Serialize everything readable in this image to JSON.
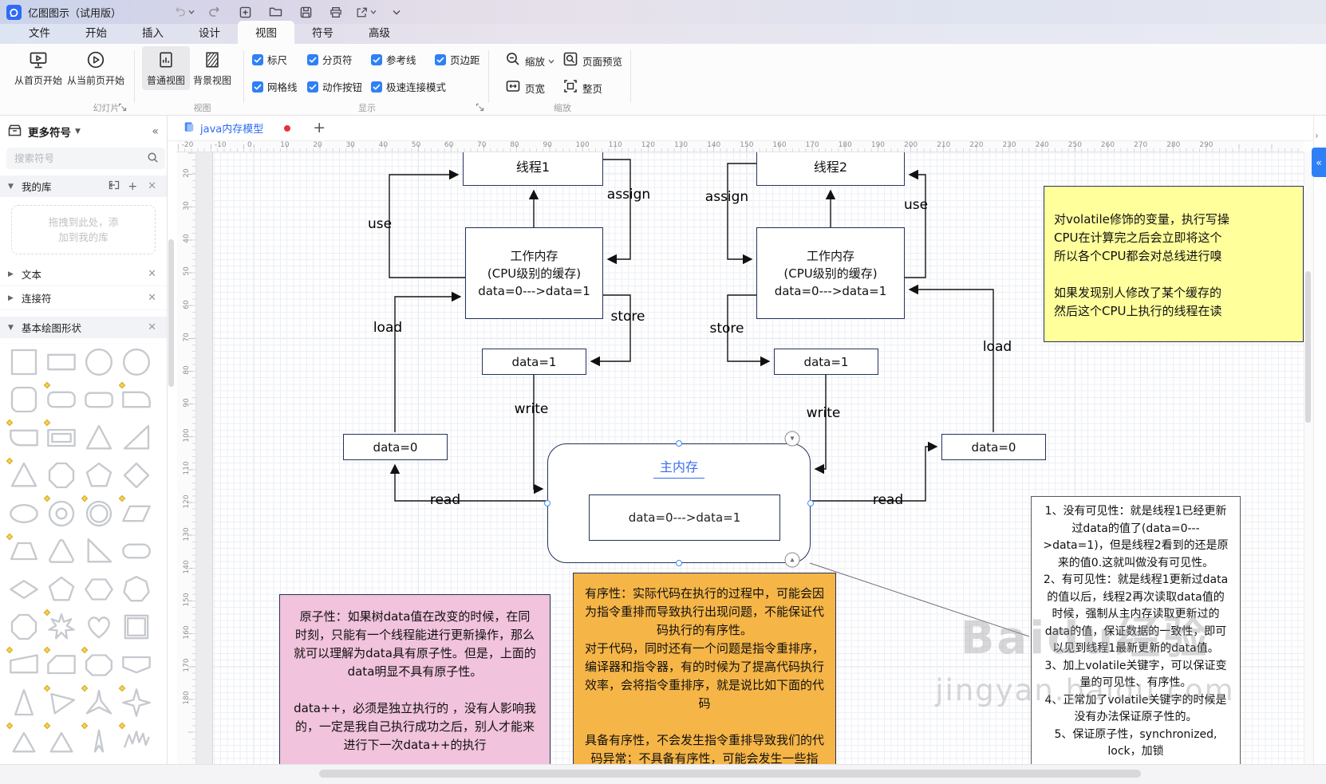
{
  "app": {
    "title": "亿图图示（试用版）"
  },
  "titlebar": {
    "icons": [
      "undo-icon",
      "redo-icon",
      "new-document-icon",
      "open-folder-icon",
      "save-icon",
      "print-icon",
      "share-icon",
      "toolbar-more-icon"
    ]
  },
  "menu": {
    "tabs": [
      "文件",
      "开始",
      "插入",
      "设计",
      "视图",
      "符号",
      "高级"
    ],
    "active_index": 4
  },
  "ribbon": {
    "slides_group": {
      "label": "幻灯片",
      "buttons": [
        "从首页开始",
        "从当前页开始"
      ]
    },
    "view_group": {
      "label": "视图",
      "buttons": [
        "普通视图",
        "背景视图"
      ],
      "active_button": "普通视图"
    },
    "display_group": {
      "label": "显示",
      "checkboxes_row1": [
        "标尺",
        "分页符",
        "参考线",
        "页边距"
      ],
      "checkboxes_row2": [
        "网格线",
        "动作按钮",
        "极速连接模式"
      ],
      "all_checked": true
    },
    "zoom_group": {
      "label": "缩放",
      "buttons": [
        "缩放",
        "页面预览",
        "页宽",
        "整页"
      ]
    }
  },
  "sidebar": {
    "header": "更多符号",
    "search_placeholder": "搜索符号",
    "sections": [
      {
        "title": "我的库",
        "expanded": true,
        "drop_hint": "拖拽到此处，添\n加到我的库"
      },
      {
        "title": "文本",
        "expanded": false
      },
      {
        "title": "连接符",
        "expanded": false
      },
      {
        "title": "基本绘图形状",
        "expanded": true
      }
    ],
    "shapes": [
      {
        "name": "square"
      },
      {
        "name": "rectangle"
      },
      {
        "name": "circle"
      },
      {
        "name": "circle-2"
      },
      {
        "name": "rounded-square"
      },
      {
        "name": "rounded-rectangle",
        "marker": true
      },
      {
        "name": "rounded-rectangle-2"
      },
      {
        "name": "single-round-corner-rect",
        "marker": true
      },
      {
        "name": "round-corner-shape",
        "marker": true
      },
      {
        "name": "framed-rectangle",
        "marker": true
      },
      {
        "name": "triangle"
      },
      {
        "name": "right-triangle"
      },
      {
        "name": "triangle-2",
        "marker": true
      },
      {
        "name": "octagon"
      },
      {
        "name": "pentagon"
      },
      {
        "name": "diamond"
      },
      {
        "name": "ellipse"
      },
      {
        "name": "donut",
        "marker": true
      },
      {
        "name": "concentric-circle",
        "marker": true
      },
      {
        "name": "parallelogram",
        "marker": true
      },
      {
        "name": "trapezoid",
        "marker": true
      },
      {
        "name": "rounded-triangle"
      },
      {
        "name": "right-triangle-2"
      },
      {
        "name": "stadium"
      },
      {
        "name": "wide-diamond"
      },
      {
        "name": "pentagon-2"
      },
      {
        "name": "hexagon"
      },
      {
        "name": "heptagon"
      },
      {
        "name": "octagon-2"
      },
      {
        "name": "star-7",
        "marker": true
      },
      {
        "name": "heart"
      },
      {
        "name": "framed-square"
      },
      {
        "name": "irregular-quad",
        "marker": true
      },
      {
        "name": "snip-corner-rectangle",
        "marker": true
      },
      {
        "name": "snip-octagon",
        "marker": true
      },
      {
        "name": "banner"
      },
      {
        "name": "tall-triangle"
      },
      {
        "name": "rotated-triangle",
        "marker": true
      },
      {
        "name": "star-3",
        "marker": true
      },
      {
        "name": "star-4",
        "marker": true
      },
      {
        "name": "triangle-3",
        "marker": true
      },
      {
        "name": "triangle-4",
        "marker": true
      },
      {
        "name": "star-point",
        "marker": true
      },
      {
        "name": "scribble-star",
        "marker": true
      }
    ]
  },
  "canvas": {
    "tab": {
      "title": "java内存模型",
      "modified": true
    },
    "h_ruler": {
      "start": -20,
      "end": 290,
      "step": 10
    },
    "v_ruler": {
      "start": 10,
      "end": 180,
      "step": 10
    },
    "diagram": {
      "nodes": [
        {
          "id": "thread1",
          "lines": [
            "线程1"
          ]
        },
        {
          "id": "thread2",
          "lines": [
            "线程2"
          ]
        },
        {
          "id": "work-memory-1",
          "lines": [
            "工作内存",
            "(CPU级别的缓存)",
            "data=0--->data=1"
          ]
        },
        {
          "id": "work-memory-2",
          "lines": [
            "工作内存",
            "(CPU级别的缓存)",
            "data=0--->data=1"
          ]
        },
        {
          "id": "data1-left",
          "lines": [
            "data=1"
          ]
        },
        {
          "id": "data1-right",
          "lines": [
            "data=1"
          ]
        },
        {
          "id": "data0-left",
          "lines": [
            "data=0"
          ]
        },
        {
          "id": "data0-right",
          "lines": [
            "data=0"
          ]
        }
      ],
      "main_memory": {
        "title": "主内存",
        "value": "data=0--->data=1"
      },
      "edges": [
        {
          "id": "wm1-to-thread1",
          "label": ""
        },
        {
          "id": "use-left",
          "label": "use"
        },
        {
          "id": "assign-left",
          "label": "assign"
        },
        {
          "id": "load-left",
          "label": "load"
        },
        {
          "id": "store-left",
          "label": "store"
        },
        {
          "id": "write-left",
          "label": "write"
        },
        {
          "id": "read-left",
          "label": "read"
        },
        {
          "id": "wm2-to-thread2",
          "label": ""
        },
        {
          "id": "assign-right",
          "label": "assign"
        },
        {
          "id": "use-right",
          "label": "use"
        },
        {
          "id": "store-right",
          "label": "store"
        },
        {
          "id": "write-right",
          "label": "write"
        },
        {
          "id": "read-right",
          "label": "read"
        },
        {
          "id": "load-right",
          "label": "load"
        },
        {
          "id": "note-connector",
          "label": ""
        }
      ],
      "notes": [
        {
          "id": "note-volatile",
          "color": "#FFFF9C",
          "align": "left",
          "lines": [
            "对volatile修饰的变量，执行写操",
            "CPU在计算完之后会立即将这个",
            "所以各个CPU都会对总线进行嗅",
            "",
            "如果发现别人修改了某个缓存的",
            "然后这个CPU上执行的线程在读"
          ]
        },
        {
          "id": "note-atomicity",
          "color": "#F1C3DC",
          "align": "center",
          "lines": [
            "原子性：如果树data值在改变的时候，在同",
            "时刻，只能有一个线程能进行更新操作，那么",
            "就可以理解为data具有原子性。但是，上面的",
            "data明显不具有原子性。",
            "",
            "data++，必须是独立执行的 ，没有人影响我",
            "的，一定是我自己执行成功之后，别人才能来",
            "进行下一次data++的执行"
          ]
        },
        {
          "id": "note-ordering",
          "color": "#F5B547",
          "align": "center",
          "lines": [
            "有序性：实际代码在执行的过程中，可能会因",
            "为指令重排而导致执行出现问题，不能保证代",
            "码执行的有序性。",
            "对于代码，同时还有一个问题是指令重排序，",
            "编译器和指令器，有的时候为了提高代码执行",
            "效率，会将指令重排序，就是说比如下面的代",
            "码",
            "",
            "具备有序性，不会发生指令重排导致我们的代",
            "码异常；不具备有序性，可能会发生一些指"
          ]
        },
        {
          "id": "note-visibility",
          "color": "#FFFFFF",
          "align": "center",
          "lines": [
            "1、没有可见性：就是线程1已经更新",
            "过data的值了(data=0---",
            ">data=1)，但是线程2看到的还是原",
            "来的值0.这就叫做没有可见性。",
            "2、有可见性：就是线程1更新过data",
            "的值以后，线程2再次读取data值的",
            "时候，强制从主内存读取更新过的",
            "data的值，保证数据的一致性，即可",
            "以见到线程1最新更新的data值。",
            "3、加上volatile关键字，可以保证变",
            "量的可见性、有序性。",
            "4、正常加了volatile关键字的时候是",
            "没有办法保证原子性的。",
            "5、保证原子性，synchronized,",
            "lock，加锁"
          ]
        }
      ],
      "watermark": {
        "brand": "Baidu经验",
        "site": "jingyan.baidu.com"
      }
    }
  }
}
